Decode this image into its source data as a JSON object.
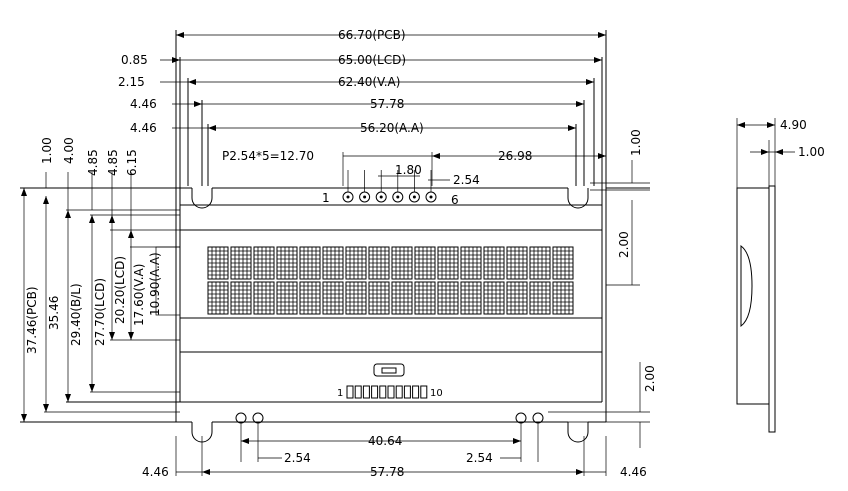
{
  "front_view": {
    "horizontal_dims": {
      "pcb": "66.70(PCB)",
      "lcd": "65.00(LCD)",
      "va": "62.40(V.A)",
      "pitch_h": "57.78",
      "aa": "56.20(A.A)",
      "pin_pitch": "P2.54*5=12.70",
      "pin_edge": "26.98",
      "pin_width": "1.80",
      "pin_spacing": "2.54",
      "left_0_85": "0.85",
      "left_2_15": "2.15",
      "left_4_46_a": "4.46",
      "left_4_46_b": "4.46"
    },
    "vertical_dims": {
      "top_1_00": "1.00",
      "top_4_00": "4.00",
      "top_4_85_a": "4.85",
      "top_4_85_b": "4.85",
      "top_6_15": "6.15",
      "pcb_h": "37.46(PCB)",
      "bl_outer": "35.46",
      "bl": "29.40(B/L)",
      "lcd_h": "27.70(LCD)",
      "lcd_inner": "20.20(LCD)",
      "va_h": "17.60(V.A)",
      "aa_h": "10.90(A.A)",
      "right_1_00": "1.00",
      "right_2_00_top": "2.00",
      "right_2_00_bottom": "2.00"
    },
    "pin_labels": {
      "top_first": "1",
      "top_last": "6",
      "bottom_first": "1",
      "bottom_last": "10"
    },
    "bottom_dims": {
      "span": "40.64",
      "left_pitch": "2.54",
      "right_pitch": "2.54",
      "left_hole": "4.46",
      "center": "57.78",
      "right_hole": "4.46"
    }
  },
  "side_view": {
    "thickness": "4.90",
    "pcb_thickness": "1.00"
  }
}
